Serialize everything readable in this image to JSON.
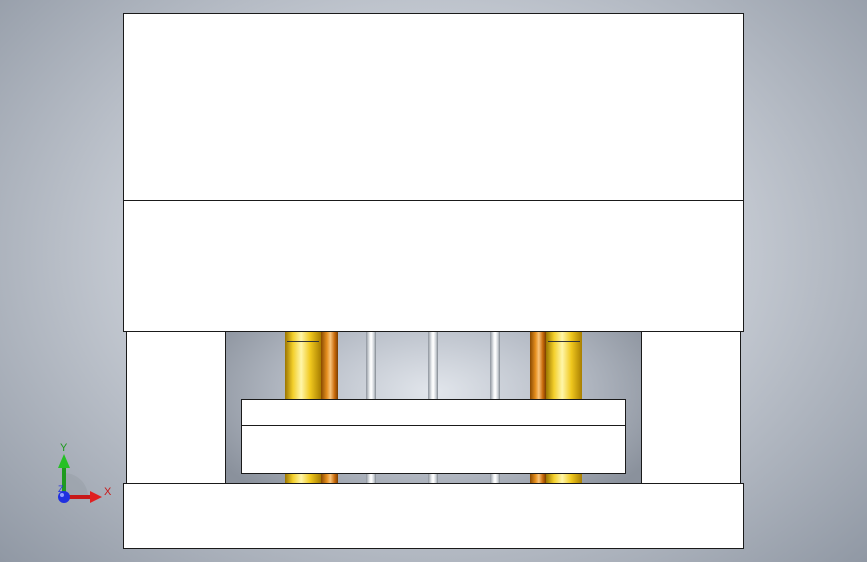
{
  "colors": {
    "background_center": "#e6e9ee",
    "background_edge": "#8f97a3",
    "plate_fill": "#ffffff",
    "plate_edge": "#1a1a1a",
    "guide_pin": "#f3cf2a",
    "return_pin": "#e6901f",
    "ejector_pin": "#f4f6f8",
    "axis_x": "#e02020",
    "axis_y": "#20b020",
    "axis_z": "#2030e0"
  },
  "icons": {
    "triad": "coordinate-triad-icon"
  },
  "triad": {
    "x_label": "X",
    "y_label": "Y",
    "z_label": "Z"
  }
}
